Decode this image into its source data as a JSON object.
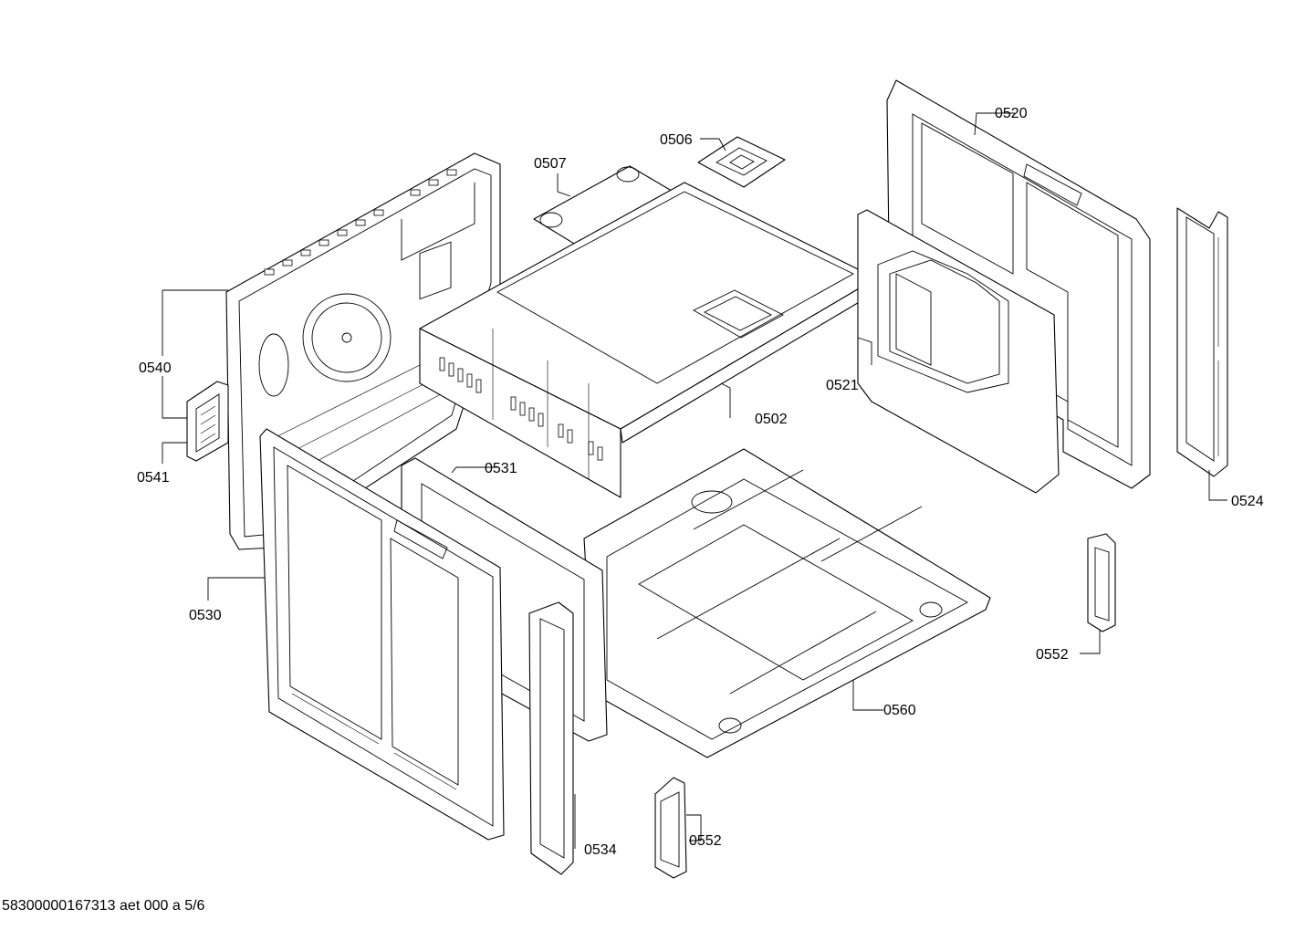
{
  "document_id": "58300000167313 aet 000 a 5/6",
  "labels": {
    "p0502": "0502",
    "p0506": "0506",
    "p0507": "0507",
    "p0520": "0520",
    "p0521": "0521",
    "p0524": "0524",
    "p0530": "0530",
    "p0531": "0531",
    "p0534": "0534",
    "p0540": "0540",
    "p0541": "0541",
    "p0552a": "0552",
    "p0552b": "0552",
    "p0560": "0560"
  }
}
